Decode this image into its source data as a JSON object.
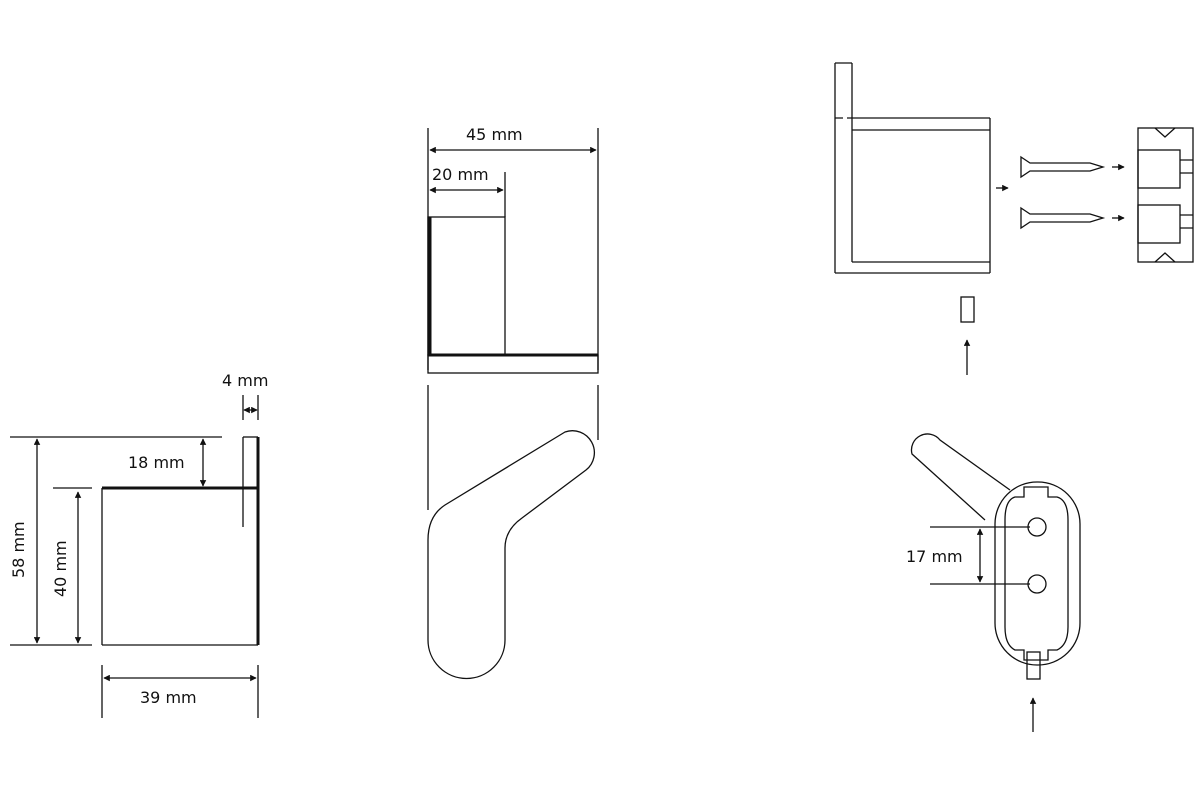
{
  "labels": {
    "thickness": "4 mm",
    "plate_offset": "18 mm",
    "total_height": "58 mm",
    "body_height": "40 mm",
    "width": "39 mm",
    "depth": "45 mm",
    "plate_depth": "20 mm",
    "hole_spacing": "17 mm"
  }
}
